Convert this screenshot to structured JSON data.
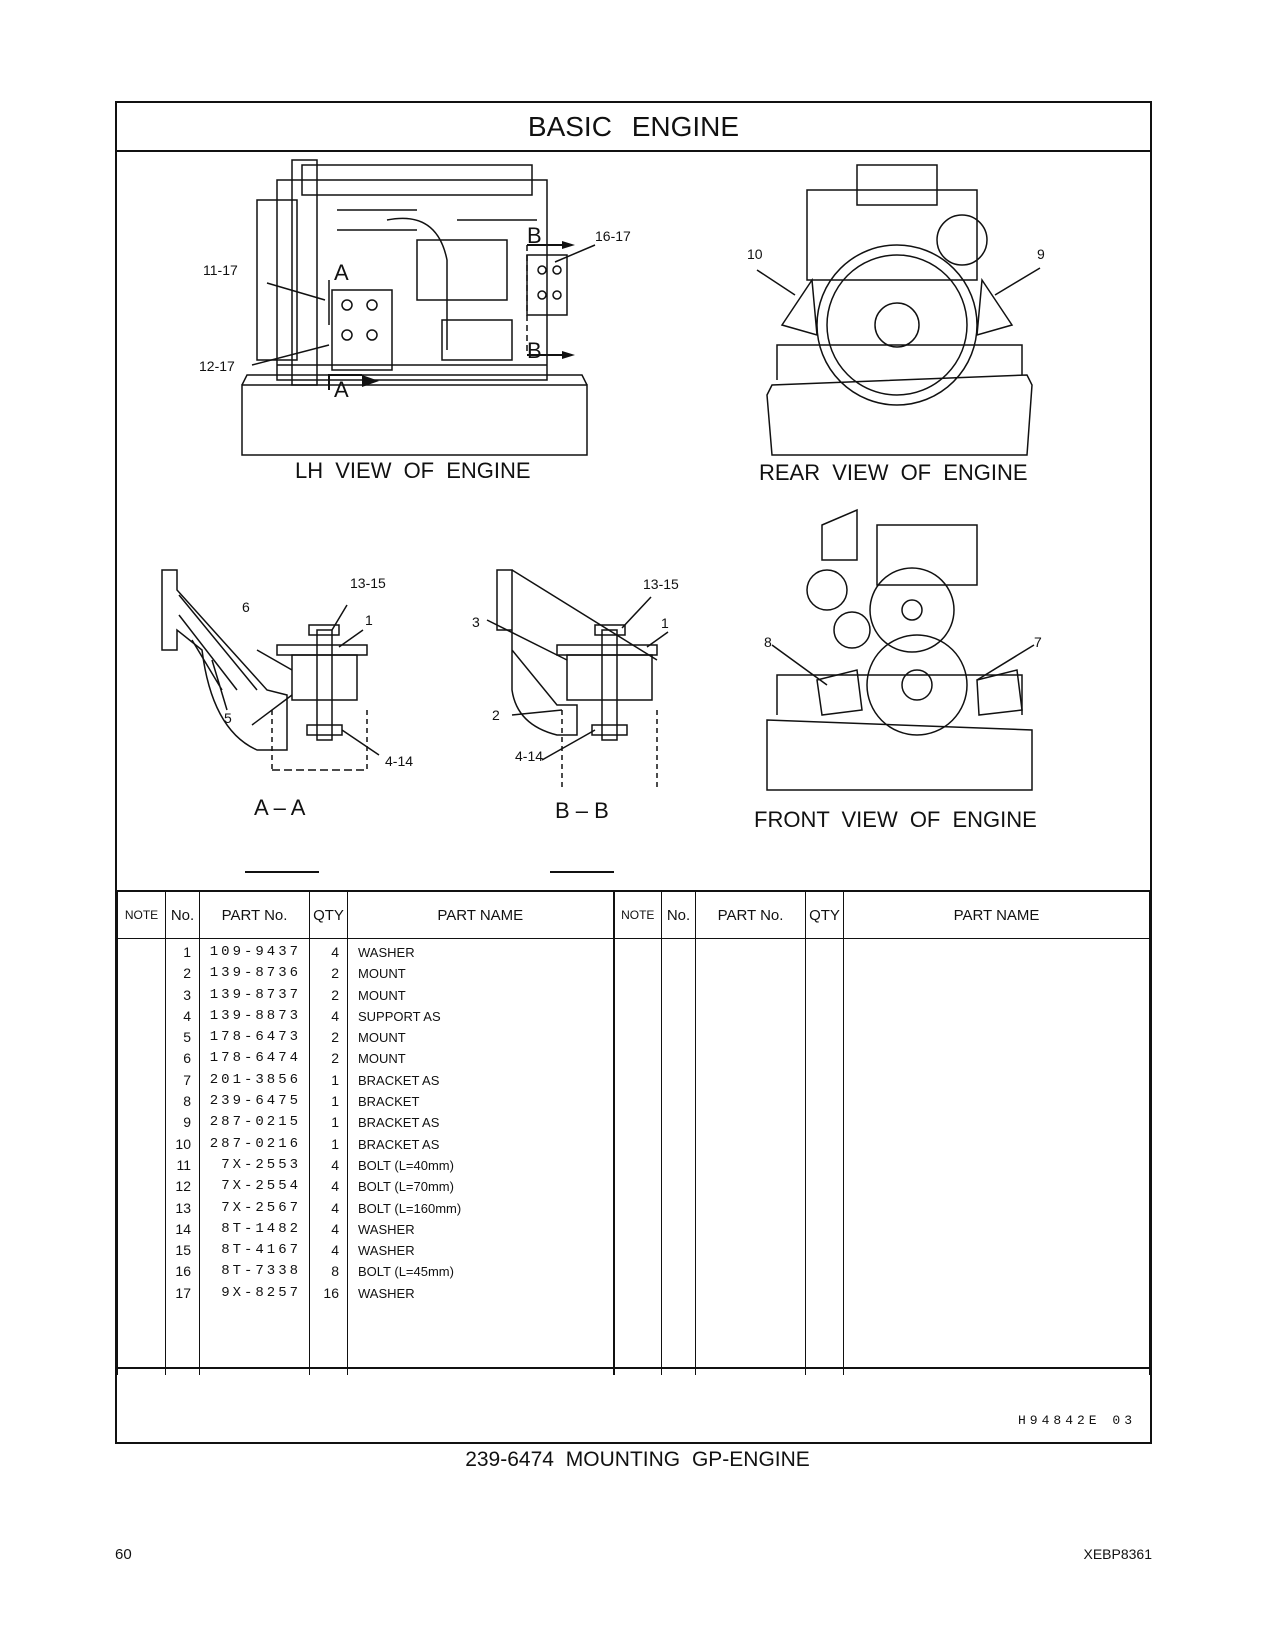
{
  "title": "BASIC   ENGINE",
  "views": {
    "lh": "LH  VIEW  OF  ENGINE",
    "rear": "REAR  VIEW  OF  ENGINE",
    "front": "FRONT  VIEW  OF  ENGINE",
    "section_a": "A – A",
    "section_b": "B – B"
  },
  "callouts": {
    "lh_11_17": "11-17",
    "lh_12_17": "12-17",
    "lh_16_17": "16-17",
    "lh_a_top": "A",
    "lh_a_bot": "A",
    "lh_b_top": "B",
    "lh_b_bot": "B",
    "rear_10": "10",
    "rear_9": "9",
    "front_8": "8",
    "front_7": "7",
    "aa_13_15": "13-15",
    "aa_6": "6",
    "aa_1": "1",
    "aa_5": "5",
    "aa_4_14": "4-14",
    "bb_13_15": "13-15",
    "bb_3": "3",
    "bb_1": "1",
    "bb_2": "2",
    "bb_4_14": "4-14"
  },
  "table": {
    "headers": {
      "note": "NOTE",
      "no": "No.",
      "part_no": "PART No.",
      "qty": "QTY",
      "part_name": "PART NAME"
    },
    "rows": [
      {
        "no": "1",
        "part_no": "109-9437",
        "qty": "4",
        "name": "WASHER"
      },
      {
        "no": "2",
        "part_no": "139-8736",
        "qty": "2",
        "name": "MOUNT"
      },
      {
        "no": "3",
        "part_no": "139-8737",
        "qty": "2",
        "name": "MOUNT"
      },
      {
        "no": "4",
        "part_no": "139-8873",
        "qty": "4",
        "name": "SUPPORT  AS"
      },
      {
        "no": "5",
        "part_no": "178-6473",
        "qty": "2",
        "name": "MOUNT"
      },
      {
        "no": "6",
        "part_no": "178-6474",
        "qty": "2",
        "name": "MOUNT"
      },
      {
        "no": "7",
        "part_no": "201-3856",
        "qty": "1",
        "name": "BRACKET  AS"
      },
      {
        "no": "8",
        "part_no": "239-6475",
        "qty": "1",
        "name": "BRACKET"
      },
      {
        "no": "9",
        "part_no": "287-0215",
        "qty": "1",
        "name": "BRACKET  AS"
      },
      {
        "no": "10",
        "part_no": "287-0216",
        "qty": "1",
        "name": "BRACKET  AS"
      },
      {
        "no": "11",
        "part_no": "7X-2553",
        "qty": "4",
        "name": "BOLT (L=40mm)"
      },
      {
        "no": "12",
        "part_no": "7X-2554",
        "qty": "4",
        "name": "BOLT (L=70mm)"
      },
      {
        "no": "13",
        "part_no": "7X-2567",
        "qty": "4",
        "name": "BOLT (L=160mm)"
      },
      {
        "no": "14",
        "part_no": "8T-1482",
        "qty": "4",
        "name": "WASHER"
      },
      {
        "no": "15",
        "part_no": "8T-4167",
        "qty": "4",
        "name": "WASHER"
      },
      {
        "no": "16",
        "part_no": "8T-7338",
        "qty": "8",
        "name": "BOLT (L=45mm)"
      },
      {
        "no": "17",
        "part_no": "9X-8257",
        "qty": "16",
        "name": "WASHER"
      }
    ]
  },
  "plate_code": "H94842E   03",
  "group_title": "239-6474  MOUNTING  GP-ENGINE",
  "page_number": "60",
  "doc_code": "XEBP8361"
}
